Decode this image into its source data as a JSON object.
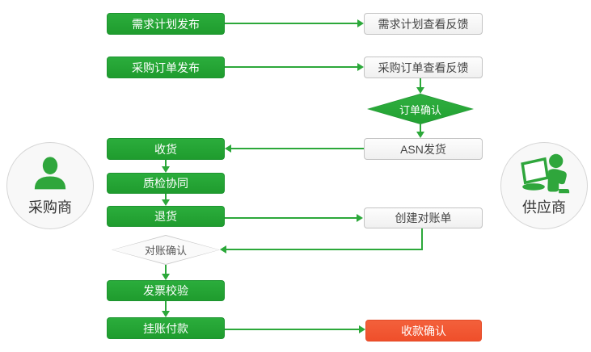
{
  "actors": {
    "buyer": {
      "label": "采购商",
      "icon": "person-icon"
    },
    "supplier": {
      "label": "供应商",
      "icon": "person-laptop-icon"
    }
  },
  "nodes": {
    "demand_publish": {
      "label": "需求计划发布"
    },
    "demand_feedback": {
      "label": "需求计划查看反馈"
    },
    "po_publish": {
      "label": "采购订单发布"
    },
    "po_feedback": {
      "label": "采购订单查看反馈"
    },
    "order_confirm": {
      "label": "订单确认"
    },
    "receive": {
      "label": "收货"
    },
    "asn_ship": {
      "label": "ASN发货"
    },
    "qc_collab": {
      "label": "质检协同"
    },
    "return_goods": {
      "label": "退货"
    },
    "create_statement": {
      "label": "创建对账单"
    },
    "recon_confirm": {
      "label": "对账确认"
    },
    "invoice_check": {
      "label": "发票校验"
    },
    "payment": {
      "label": "挂账付款"
    },
    "receipt_confirm": {
      "label": "收款确认"
    }
  },
  "colors": {
    "process_green": "#22a132",
    "process_green_border": "#1e9430",
    "confirm_red": "#f05532",
    "connector_green": "#2ca83a",
    "neutral_box_bg": "#f5f5f5",
    "neutral_box_border": "#c3c3c3",
    "text_dark": "#444444",
    "text_light": "#ffffff"
  }
}
